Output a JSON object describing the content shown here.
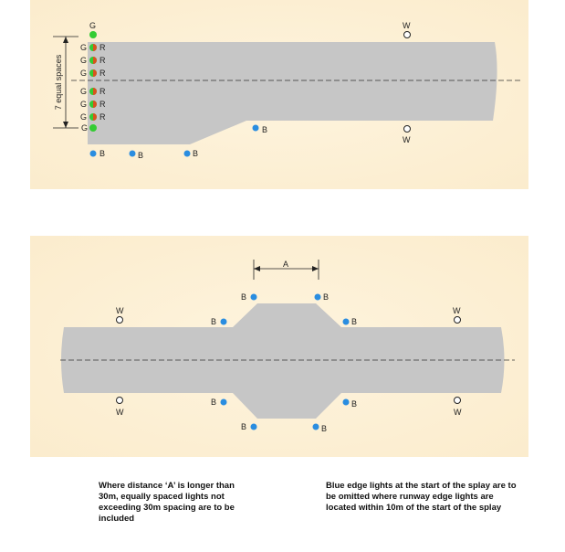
{
  "labels": {
    "green": "G",
    "red": "R",
    "blue": "B",
    "white": "W",
    "distance": "A",
    "spacing": "7 equal spaces"
  },
  "colors": {
    "panel": "#fdf0d5",
    "runway": "#c6c6c6",
    "blue_light": "#2a8de0",
    "green_light": "#33cc33",
    "red_light": "#d9531e"
  },
  "notes": {
    "left": "Where distance ‘A’ is longer than 30m, equally spaced lights not exceeding 30m spacing are to be included",
    "right": "Blue edge lights at the start of the splay are to be omitted where runway edge lights are located within 10m of the start of the splay"
  }
}
